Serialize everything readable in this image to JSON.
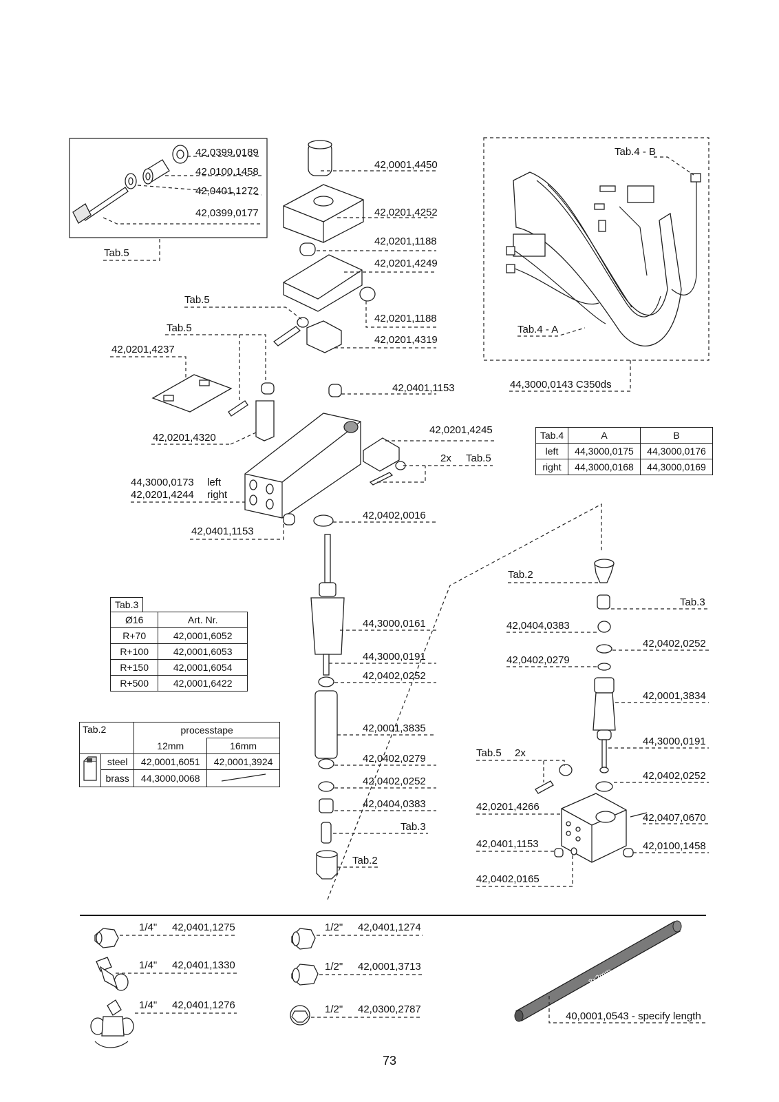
{
  "page_number": "73",
  "callouts": {
    "inset_top_left": [
      "42,0399,0189",
      "42,0100,1458",
      "42,0401,1272",
      "42,0399,0177"
    ],
    "inset_tab": "Tab.5",
    "main": {
      "p1": "42,0001,4450",
      "p2": "42,0201,4252",
      "p3": "42,0201,1188",
      "p4": "42,0201,4249",
      "p5": "42,0201,1188",
      "p6": "42,0201,4319",
      "p7": "42,0401,1153",
      "p8": "42,0201,4245",
      "p9": "42,0201,4237",
      "p10": "42,0201,4320",
      "p11a": "44,3000,0173",
      "p11a_side": "left",
      "p11b": "42,0201,4244",
      "p11b_side": "right",
      "p12": "42,0401,1153",
      "tab5a": "Tab.5",
      "tab5b": "Tab.5",
      "tab5c": "Tab.5",
      "twox": "2x"
    },
    "gun": {
      "g1": "42,0402,0016",
      "g2": "44,3000,0161",
      "g3": "44,3000,0191",
      "g4": "42,0402,0252",
      "g5": "42,0001,3835",
      "g6": "42,0402,0279",
      "g7": "42,0402,0252",
      "g8": "42,0404,0383",
      "g9": "Tab.3",
      "g10": "Tab.2"
    },
    "right_gun": {
      "r1": "Tab.2",
      "r2": "Tab.3",
      "r3": "42,0404,0383",
      "r4": "42,0402,0252",
      "r5": "42,0402,0279",
      "r6": "42,0001,3834",
      "r7": "44,3000,0191",
      "r8": "42,0402,0252",
      "r9": "Tab.5",
      "r9b": "2x",
      "r10": "42,0201,4266",
      "r11": "42,0407,0670",
      "r12": "42,0401,1153",
      "r13": "42,0100,1458",
      "r14": "42,0402,0165"
    },
    "assembly": {
      "tab4b": "Tab.4 - B",
      "tab4a": "Tab.4 - A",
      "part": "44,3000,0143  C350ds"
    },
    "fittings": [
      {
        "size": "1/4\"",
        "pn": "42,0401,1275"
      },
      {
        "size": "1/4\"",
        "pn": "42,0401,1330"
      },
      {
        "size": "1/4\"",
        "pn": "42,0401,1276"
      },
      {
        "size": "1/2\"",
        "pn": "42,0401,1274"
      },
      {
        "size": "1/2\"",
        "pn": "42,0001,3713"
      },
      {
        "size": "1/2\"",
        "pn": "42,0300,2787"
      }
    ],
    "hose": {
      "marking": "8x2mm",
      "pn": "40,0001,0543 - specify length"
    }
  },
  "tab4": {
    "headers": [
      "Tab.4",
      "A",
      "B"
    ],
    "rows": [
      [
        "left",
        "44,3000,0175",
        "44,3000,0176"
      ],
      [
        "right",
        "44,3000,0168",
        "44,3000,0169"
      ]
    ]
  },
  "tab3": {
    "caption": "Tab.3",
    "headers": [
      "Ø16",
      "Art. Nr."
    ],
    "rows": [
      [
        "R+70",
        "42,0001,6052"
      ],
      [
        "R+100",
        "42,0001,6053"
      ],
      [
        "R+150",
        "42,0001,6054"
      ],
      [
        "R+500",
        "42,0001,6422"
      ]
    ]
  },
  "tab2": {
    "caption": "Tab.2",
    "group": "processtape",
    "cols": [
      "12mm",
      "16mm"
    ],
    "rows": [
      [
        "steel",
        "42,0001,6051",
        "42,0001,3924"
      ],
      [
        "brass",
        "44,3000,0068",
        ""
      ]
    ]
  }
}
